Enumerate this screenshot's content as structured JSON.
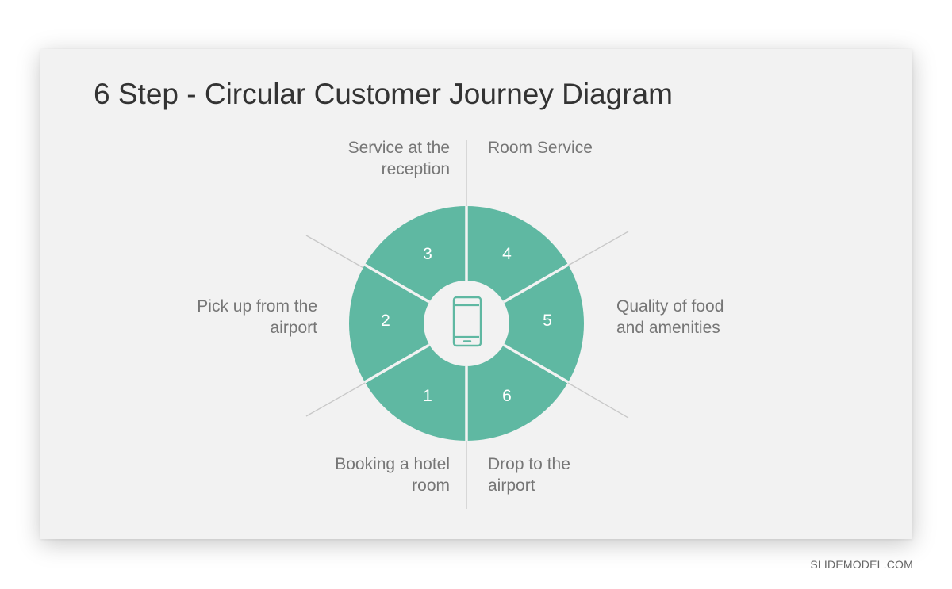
{
  "slide": {
    "title": "6 Step - Circular Customer Journey Diagram",
    "center_icon": "smartphone-icon"
  },
  "colors": {
    "ring": "#5fb8a2",
    "divider": "#f2f2f2",
    "leader_lines": "#c8c8c8",
    "label_text": "#767676",
    "title_text": "#333333"
  },
  "segments": [
    {
      "number": "1",
      "label": "Booking a hotel room"
    },
    {
      "number": "2",
      "label": "Pick up from the airport"
    },
    {
      "number": "3",
      "label": "Service at the reception"
    },
    {
      "number": "4",
      "label": "Room Service"
    },
    {
      "number": "5",
      "label": "Quality of food and amenities"
    },
    {
      "number": "6",
      "label": "Drop to the airport"
    }
  ],
  "labels": {
    "step1": {
      "line1": "Booking a hotel",
      "line2": "room"
    },
    "step2": {
      "line1": "Pick up from the",
      "line2": "airport"
    },
    "step3": {
      "line1": "Service at the",
      "line2": "reception"
    },
    "step4": {
      "line1": "Room Service",
      "line2": ""
    },
    "step5": {
      "line1": "Quality of food",
      "line2": "and amenities"
    },
    "step6": {
      "line1": "Drop to the",
      "line2": "airport"
    }
  },
  "watermark": "SLIDEMODEL.COM"
}
